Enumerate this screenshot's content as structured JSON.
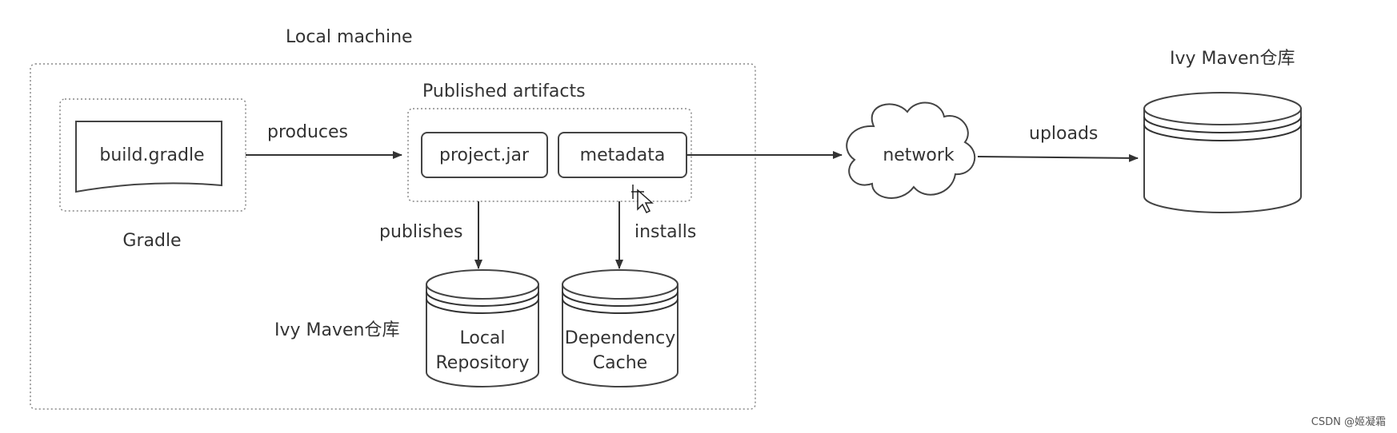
{
  "labels": {
    "local_machine": "Local machine",
    "build_gradle": "build.gradle",
    "gradle": "Gradle",
    "produces": "produces",
    "published_artifacts": "Published artifacts",
    "project_jar": "project.jar",
    "metadata": "metadata",
    "network": "network",
    "uploads": "uploads",
    "remote_repo_title": "Ivy Maven仓库",
    "publishes": "publishes",
    "installs": "installs",
    "local_repo_title": "Ivy Maven仓库",
    "local_repository_line1": "Local",
    "local_repository_line2": "Repository",
    "dependency_cache_line1": "Dependency",
    "dependency_cache_line2": "Cache"
  },
  "watermark": "CSDN @姬凝霜"
}
